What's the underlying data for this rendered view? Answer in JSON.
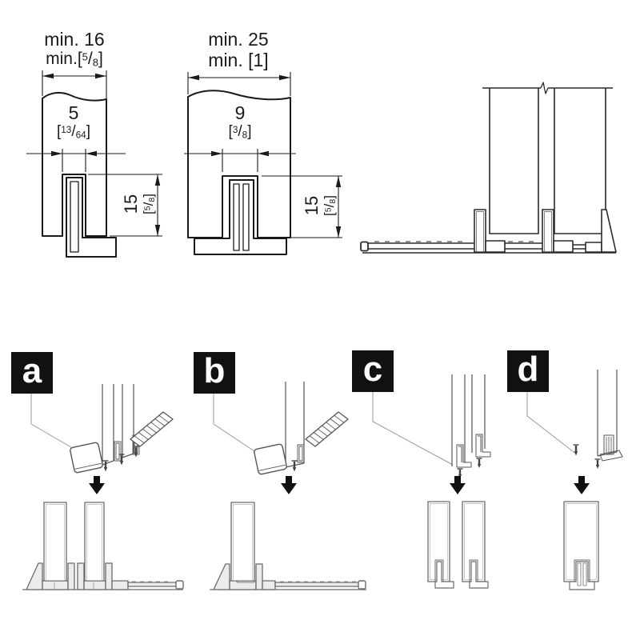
{
  "page": {
    "background": "#ffffff"
  },
  "colors": {
    "ink": "#1a1a1a",
    "illustration_line": "#555555",
    "result_line": "#6b6b6b",
    "track_fill": "#ececec",
    "badge_bg": "#111111",
    "badge_text": "#ffffff"
  },
  "diagrams": {
    "left": {
      "min_width_label": {
        "line1": "min. 16",
        "frac": {
          "pre": "min.[",
          "sup": "5",
          "slash": "/",
          "sub": "8",
          "post": "]"
        }
      },
      "groove_width_label": {
        "value": "5",
        "frac": {
          "pre": "[",
          "sup": "13",
          "slash": "/",
          "sub": "64",
          "post": "]"
        }
      },
      "groove_depth_label": {
        "value": "15",
        "frac": {
          "pre": "[",
          "sup": "5",
          "slash": "/",
          "sub": "8",
          "post": "]"
        }
      }
    },
    "middle": {
      "min_width_label": {
        "line1": "min. 25",
        "line2": "min. [1]"
      },
      "groove_width_label": {
        "value": "9",
        "frac": {
          "pre": "[",
          "sup": "3",
          "slash": "/",
          "sub": "8",
          "post": "]"
        }
      },
      "groove_depth_label": {
        "value": "15",
        "frac": {
          "pre": "[",
          "sup": "5",
          "slash": "/",
          "sub": "8",
          "post": "]"
        }
      }
    }
  },
  "steps": [
    {
      "label": "a"
    },
    {
      "label": "b"
    },
    {
      "label": "c"
    },
    {
      "label": "d"
    }
  ],
  "icons": {
    "down_arrow": "solid black down arrow",
    "screw": "small fixing screw",
    "break_mark": "zigzag break symbol"
  }
}
